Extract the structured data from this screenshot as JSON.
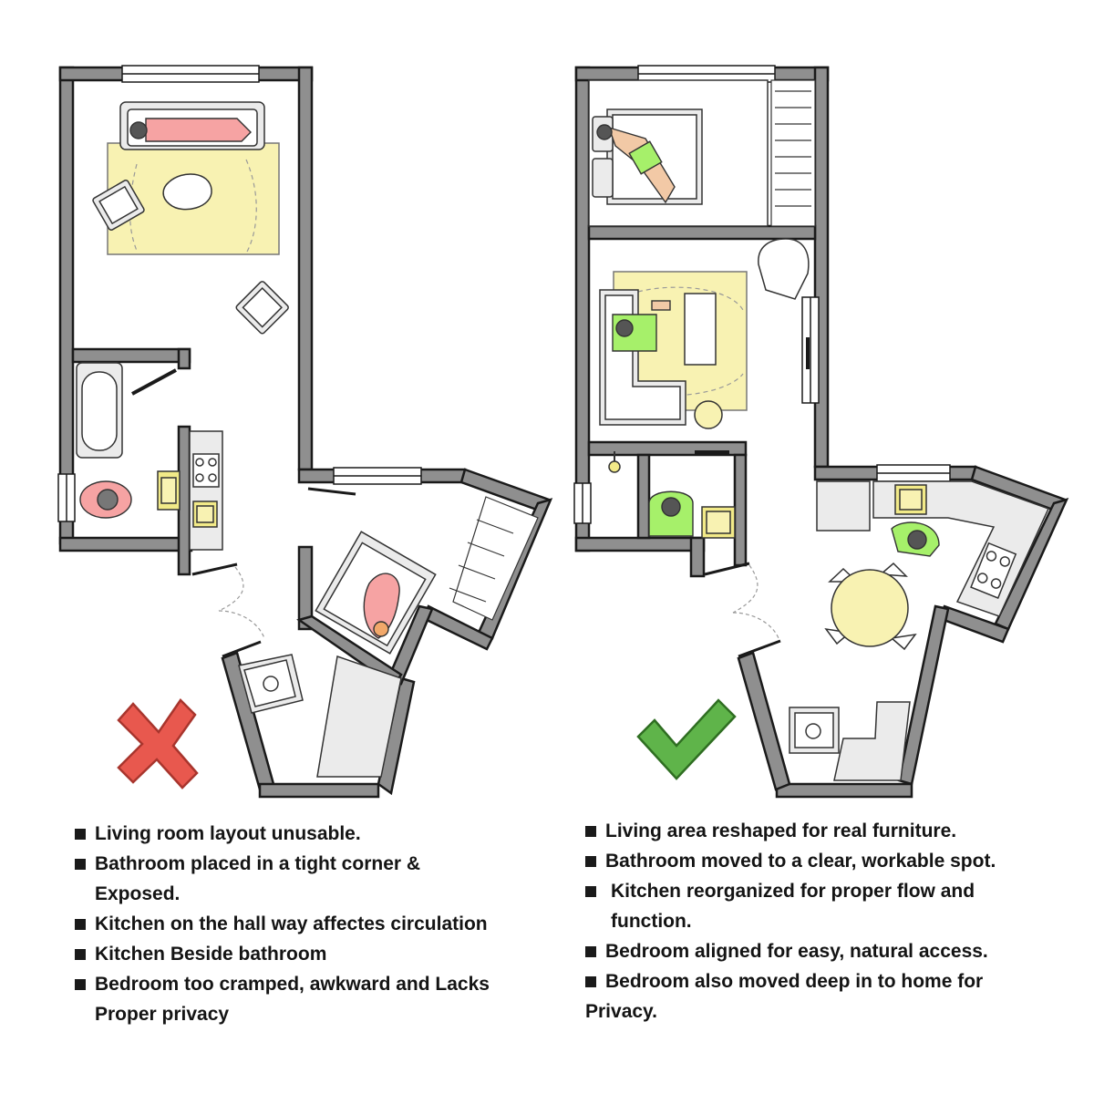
{
  "before": {
    "verdict_icon": "red-cross-icon",
    "verdict_color": "#e8584e",
    "person_color": "#f6a3a3",
    "notes": [
      {
        "lines": [
          "Living room layout unusable."
        ]
      },
      {
        "lines": [
          "Bathroom placed in a tight corner &",
          "Exposed."
        ]
      },
      {
        "lines": [
          "Kitchen on the hall way affectes circulation"
        ]
      },
      {
        "lines": [
          "Kitchen Beside bathroom"
        ]
      },
      {
        "lines": [
          "Bedroom too cramped, awkward and Lacks",
          "Proper privacy"
        ]
      }
    ]
  },
  "after": {
    "verdict_icon": "green-check-icon",
    "verdict_color": "#5fb44a",
    "person_color": "#a6f06a",
    "notes": [
      {
        "lines": [
          "Living area reshaped for real furniture."
        ]
      },
      {
        "lines": [
          "Bathroom moved to a clear, workable spot."
        ]
      },
      {
        "lines": [
          "Kitchen reorganized for proper flow and",
          "function."
        ]
      },
      {
        "lines": [
          "Bedroom aligned for easy, natural access."
        ]
      },
      {
        "lines": [
          "Bedroom also moved deep in to home for",
          "Privacy."
        ]
      }
    ]
  },
  "colors": {
    "wall": "#8f8f8f",
    "rug": "#f8f2b2",
    "fixture": "#f2ea88",
    "furniture": "#ebebeb"
  }
}
